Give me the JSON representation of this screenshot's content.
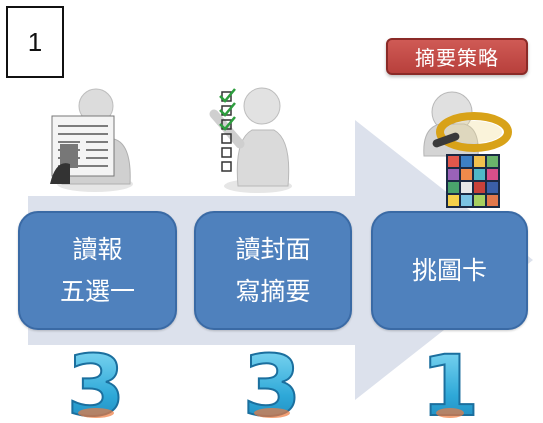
{
  "page_number": "1",
  "strategy_badge": "摘要策略",
  "steps": [
    {
      "line1": "讀報",
      "line2": "五選一",
      "count": "3"
    },
    {
      "line1": "讀封面",
      "line2": "寫摘要",
      "count": "3"
    },
    {
      "line1": "挑圖卡",
      "line2": "",
      "count": "1"
    }
  ],
  "colors": {
    "box_fill": "#4f81bd",
    "arrow_fill": "#d9deea",
    "badge_fill": "#c0504d",
    "number_fill": "#2ea8d8"
  },
  "icons": [
    "person-reading-newspaper-icon",
    "person-checklist-icon",
    "person-magnifier-icon",
    "picture-cards-icon"
  ]
}
